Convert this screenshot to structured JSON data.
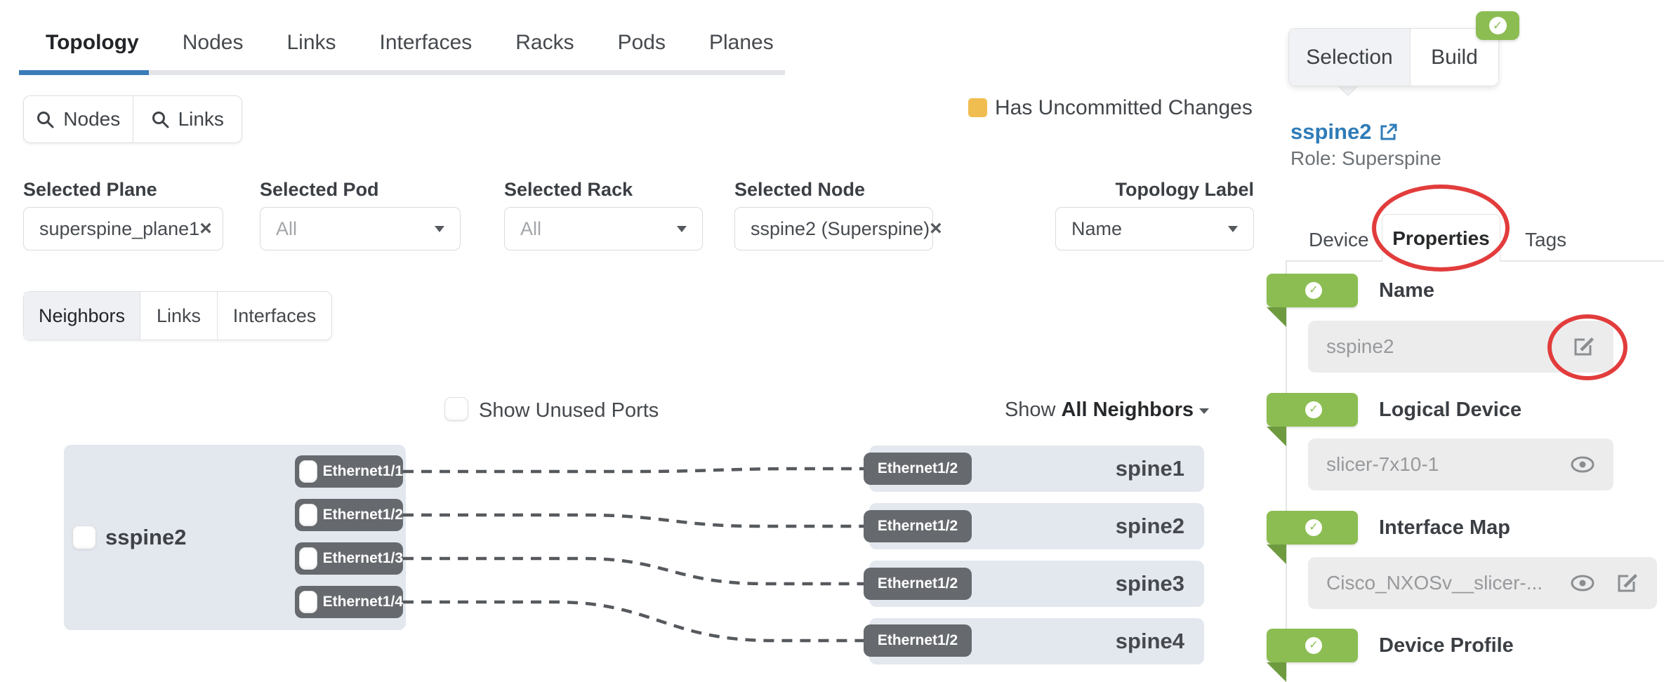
{
  "nav": {
    "tabs": [
      {
        "label": "Topology",
        "active": true
      },
      {
        "label": "Nodes",
        "active": false
      },
      {
        "label": "Links",
        "active": false
      },
      {
        "label": "Interfaces",
        "active": false
      },
      {
        "label": "Racks",
        "active": false
      },
      {
        "label": "Pods",
        "active": false
      },
      {
        "label": "Planes",
        "active": false
      }
    ]
  },
  "search": {
    "nodes_label": "Nodes",
    "links_label": "Links"
  },
  "legend": {
    "label": "Has Uncommitted Changes",
    "color": "#f0bd51"
  },
  "panel_switch": {
    "selection_label": "Selection",
    "build_label": "Build"
  },
  "selected_node": {
    "name": "sspine2",
    "role": "Role: Superspine"
  },
  "filters": [
    {
      "label": "Selected Plane",
      "value": "superspine_plane1",
      "clearable": true
    },
    {
      "label": "Selected Pod",
      "value": "All",
      "dropdown": true
    },
    {
      "label": "Selected Rack",
      "value": "All",
      "dropdown": true
    },
    {
      "label": "Selected Node",
      "value": "sspine2 (Superspine)",
      "clearable": true
    },
    {
      "label": "Topology Label",
      "value": "Name",
      "dropdown": true
    }
  ],
  "view_tabs": [
    {
      "label": "Neighbors",
      "active": true
    },
    {
      "label": "Links",
      "active": false
    },
    {
      "label": "Interfaces",
      "active": false
    }
  ],
  "controls": {
    "show_unused_label": "Show Unused Ports",
    "show_unused_checked": false,
    "show_prefix": "Show",
    "neighbors_filter": "All Neighbors"
  },
  "topology": {
    "node": {
      "name": "sspine2",
      "ports": [
        "Ethernet1/1",
        "Ethernet1/2",
        "Ethernet1/3",
        "Ethernet1/4"
      ]
    },
    "neighbors": [
      {
        "port": "Ethernet1/2",
        "name": "spine1"
      },
      {
        "port": "Ethernet1/2",
        "name": "spine2"
      },
      {
        "port": "Ethernet1/2",
        "name": "spine3"
      },
      {
        "port": "Ethernet1/2",
        "name": "spine4"
      }
    ]
  },
  "properties_panel": {
    "tabs": [
      {
        "label": "Device",
        "active": false
      },
      {
        "label": "Properties",
        "active": true
      },
      {
        "label": "Tags",
        "active": false
      }
    ],
    "rows": [
      {
        "label": "Name",
        "value": "sspine2"
      },
      {
        "label": "Logical Device",
        "value": "slicer-7x10-1"
      },
      {
        "label": "Interface Map",
        "value": "Cisco_NXOSv__slicer-..."
      },
      {
        "label": "Device Profile",
        "value": ""
      }
    ]
  },
  "colors": {
    "accent_blue": "#3a7cb8",
    "link_blue": "#2f7cb8",
    "status_green": "#8cbd52",
    "status_green_dark": "#6f9b40",
    "uncommitted_yellow": "#f0bd51",
    "annotation_red": "#e23c3c",
    "chip_gray": "#66696d",
    "node_fill": "#e3e7ee"
  }
}
